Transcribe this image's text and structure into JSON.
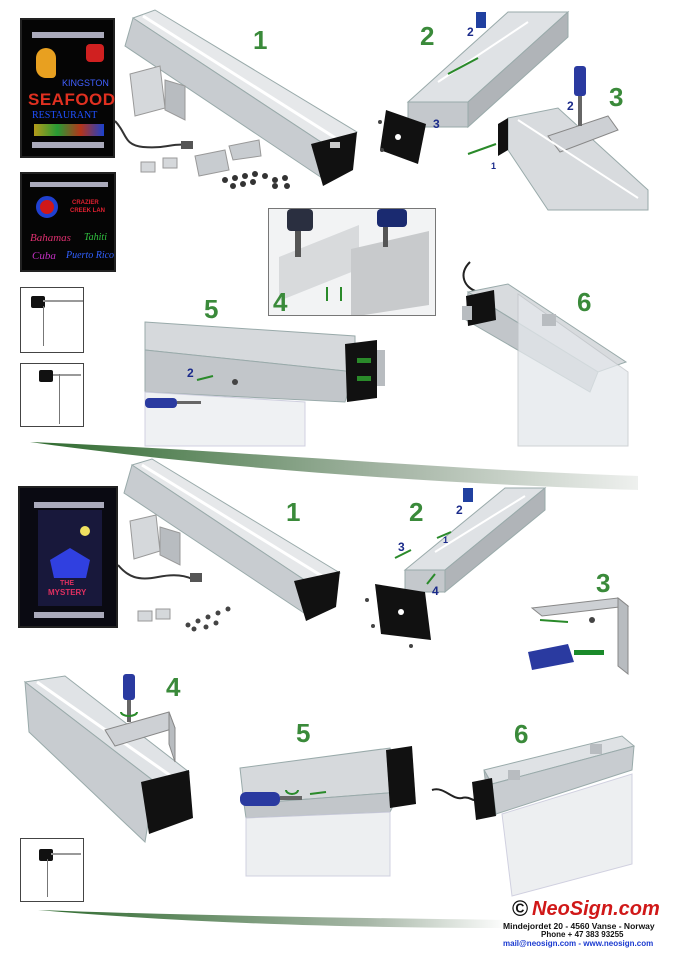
{
  "panel_a": {
    "sign_text": [
      "KINGSTON",
      "SEAFOOD",
      "RESTAURANT"
    ],
    "sign2_text": [
      "CRAZIER",
      "CREEK LAN",
      "Bahamas",
      "Tahiti",
      "Cuba",
      "Puerto Rico"
    ],
    "steps": [
      "1",
      "2",
      "3",
      "4",
      "5",
      "6"
    ],
    "sub_labels": {
      "s2a": "2",
      "s2b": "3",
      "s3a": "2",
      "s3b": "1",
      "s5a": "2"
    }
  },
  "panel_b": {
    "sign_text": [
      "THE",
      "MYSTERY"
    ],
    "steps": [
      "1",
      "2",
      "3",
      "4",
      "5",
      "6"
    ],
    "sub_labels": {
      "s2a": "2",
      "s2b": "3",
      "s2c": "1",
      "s2d": "4"
    }
  },
  "footer": {
    "copyright": "©",
    "brand": "NeoSign.com",
    "address": "Mindejordet 20 - 4560 Vanse - Norway",
    "phone": "Phone + 47 383 93255",
    "contact": "mail@neosign.com  -  www.neosign.com"
  },
  "colors": {
    "step_green": "#3a8a3a",
    "label_blue": "#1a2a8a",
    "brand_red": "#d01818",
    "link_blue": "#1a3ad0"
  }
}
